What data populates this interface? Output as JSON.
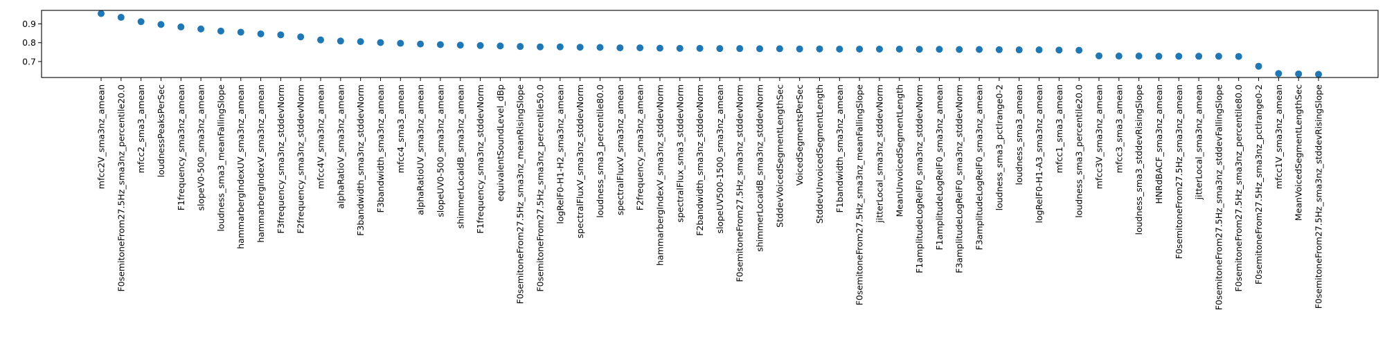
{
  "chart_data": {
    "type": "scatter",
    "title": "",
    "xlabel": "",
    "ylabel": "",
    "marker_color": "#1f77b4",
    "grid": false,
    "ylim": [
      0.615,
      0.972
    ],
    "yticks": [
      0.7,
      0.8,
      0.9
    ],
    "ytick_labels": [
      "0.7",
      "0.8",
      "0.9"
    ],
    "categories": [
      "mfcc2V_sma3nz_amean",
      "F0semitoneFrom27.5Hz_sma3nz_percentile20.0",
      "mfcc2_sma3_amean",
      "loudnessPeaksPerSec",
      "F1frequency_sma3nz_amean",
      "slopeV0-500_sma3nz_amean",
      "loudness_sma3_meanFallingSlope",
      "hammarbergIndexUV_sma3nz_amean",
      "hammarbergIndexV_sma3nz_amean",
      "F3frequency_sma3nz_stddevNorm",
      "F2frequency_sma3nz_stddevNorm",
      "mfcc4V_sma3nz_amean",
      "alphaRatioV_sma3nz_amean",
      "F3bandwidth_sma3nz_stddevNorm",
      "F3bandwidth_sma3nz_amean",
      "mfcc4_sma3_amean",
      "alphaRatioUV_sma3nz_amean",
      "slopeUV0-500_sma3nz_amean",
      "shimmerLocaldB_sma3nz_amean",
      "F1frequency_sma3nz_stddevNorm",
      "equivalentSoundLevel_dBp",
      "F0semitoneFrom27.5Hz_sma3nz_meanRisingSlope",
      "F0semitoneFrom27.5Hz_sma3nz_percentile50.0",
      "logRelF0-H1-H2_sma3nz_amean",
      "spectralFluxV_sma3nz_stddevNorm",
      "loudness_sma3_percentile80.0",
      "spectralFluxV_sma3nz_amean",
      "F2frequency_sma3nz_amean",
      "hammarbergIndexV_sma3nz_stddevNorm",
      "spectralFlux_sma3_stddevNorm",
      "F2bandwidth_sma3nz_stddevNorm",
      "slopeUV500-1500_sma3nz_amean",
      "F0semitoneFrom27.5Hz_sma3nz_stddevNorm",
      "shimmerLocaldB_sma3nz_stddevNorm",
      "StddevVoicedSegmentLengthSec",
      "VoicedSegmentsPerSec",
      "StddevUnvoicedSegmentLength",
      "F1bandwidth_sma3nz_amean",
      "F0semitoneFrom27.5Hz_sma3nz_meanFallingSlope",
      "jitterLocal_sma3nz_stddevNorm",
      "MeanUnvoicedSegmentLength",
      "F1amplitudeLogRelF0_sma3nz_stddevNorm",
      "F1amplitudeLogRelF0_sma3nz_amean",
      "F3amplitudeLogRelF0_sma3nz_stddevNorm",
      "F3amplitudeLogRelF0_sma3nz_amean",
      "loudness_sma3_pctlrange0-2",
      "loudness_sma3_amean",
      "logRelF0-H1-A3_sma3nz_amean",
      "mfcc1_sma3_amean",
      "loudness_sma3_percentile20.0",
      "mfcc3V_sma3nz_amean",
      "mfcc3_sma3_amean",
      "loudness_sma3_stddevRisingSlope",
      "HNRdBACF_sma3nz_amean",
      "F0semitoneFrom27.5Hz_sma3nz_amean",
      "jitterLocal_sma3nz_amean",
      "F0semitoneFrom27.5Hz_sma3nz_stddevFallingSlope",
      "F0semitoneFrom27.5Hz_sma3nz_percentile80.0",
      "F0semitoneFrom27.5Hz_sma3nz_pctlrange0-2",
      "mfcc1V_sma3nz_amean",
      "MeanVoicedSegmentLengthSec",
      "F0semitoneFrom27.5Hz_sma3nz_stddevRisingSlope"
    ],
    "values": [
      0.955,
      0.935,
      0.912,
      0.897,
      0.884,
      0.873,
      0.862,
      0.856,
      0.847,
      0.842,
      0.831,
      0.815,
      0.809,
      0.806,
      0.801,
      0.797,
      0.793,
      0.79,
      0.787,
      0.785,
      0.783,
      0.78,
      0.778,
      0.778,
      0.776,
      0.775,
      0.773,
      0.773,
      0.771,
      0.77,
      0.77,
      0.769,
      0.769,
      0.768,
      0.768,
      0.767,
      0.767,
      0.766,
      0.766,
      0.766,
      0.766,
      0.765,
      0.765,
      0.764,
      0.764,
      0.763,
      0.762,
      0.762,
      0.761,
      0.76,
      0.73,
      0.729,
      0.729,
      0.728,
      0.728,
      0.728,
      0.728,
      0.727,
      0.675,
      0.636,
      0.634,
      0.632
    ]
  }
}
